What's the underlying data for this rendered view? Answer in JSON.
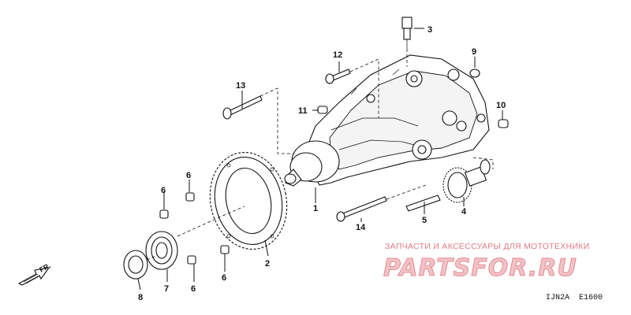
{
  "callouts": {
    "c1": "1",
    "c2": "2",
    "c3": "3",
    "c4": "4",
    "c5": "5",
    "c6a": "6",
    "c6b": "6",
    "c6c": "6",
    "c6d": "6",
    "c7": "7",
    "c8": "8",
    "c9": "9",
    "c10": "10",
    "c11": "11",
    "c12": "12",
    "c13": "13",
    "c14": "14"
  },
  "direction_label": "FR.",
  "watermark": {
    "tagline": "ЗАПЧАСТИ И АКСЕССУАРЫ ДЛЯ МОТОТЕХНИКИ",
    "brand": "PARTSFOR.RU"
  },
  "diagram_code": "IJN2A  E1600",
  "colors": {
    "line": "#111111",
    "watermark_text": "#e07b82",
    "watermark_logo": "#f2c2c6"
  }
}
